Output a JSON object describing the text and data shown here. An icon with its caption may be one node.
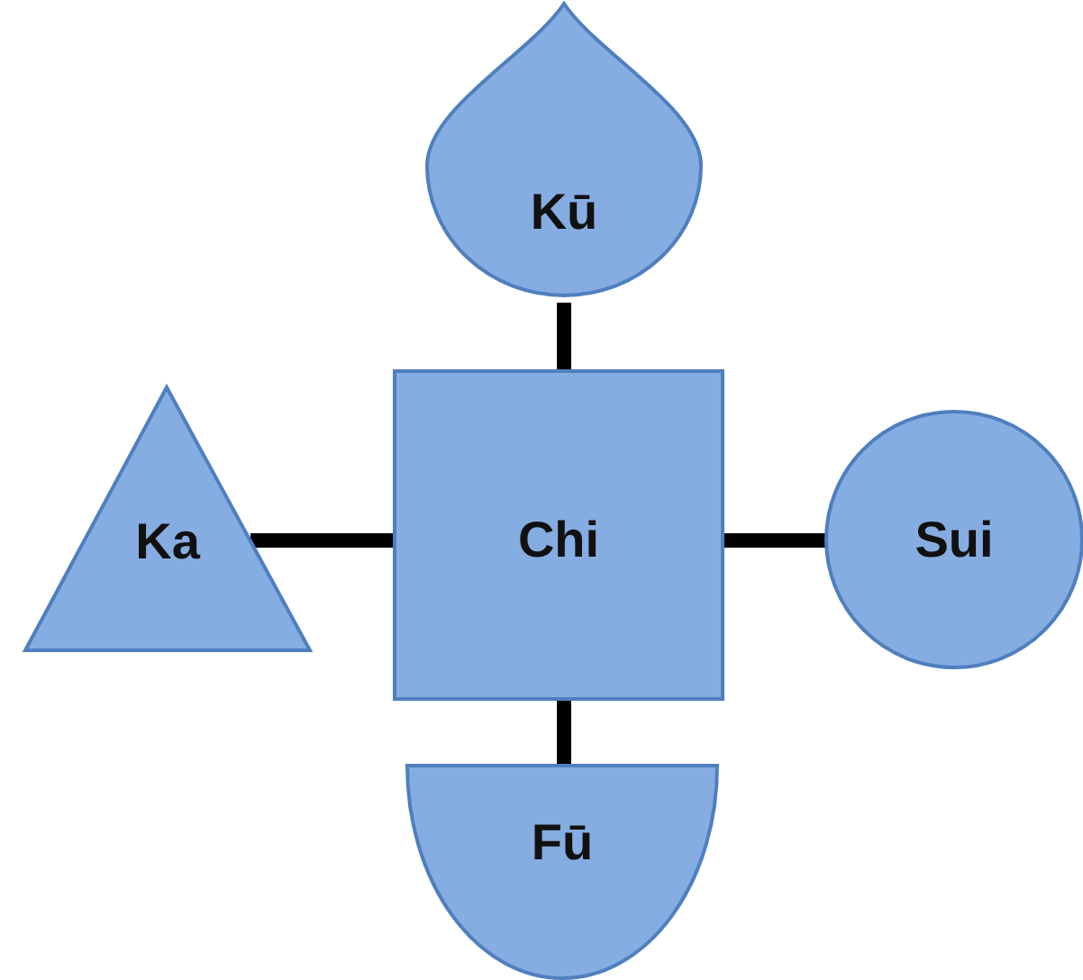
{
  "diagram": {
    "nodes": [
      {
        "text": [
          "Kū"
        ]
      },
      {
        "text": [
          "Ka"
        ]
      },
      {
        "text": [
          "Chi"
        ]
      },
      {
        "text": [
          "Sui"
        ]
      },
      {
        "text": [
          "Fū"
        ]
      }
    ],
    "edges": [
      {
        "from": 2,
        "to": 0,
        "arrow": "none"
      },
      {
        "from": 2,
        "to": 1,
        "arrow": "none"
      },
      {
        "from": 2,
        "to": 3,
        "arrow": "none"
      },
      {
        "from": 2,
        "to": 4,
        "arrow": "none"
      }
    ]
  }
}
